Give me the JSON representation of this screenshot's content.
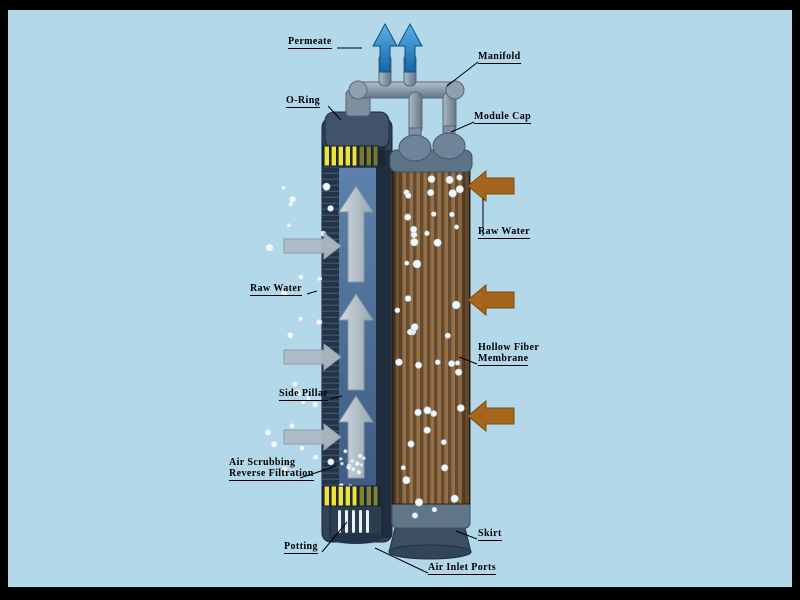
{
  "diagram": {
    "labels": {
      "permeate": "Permeate",
      "manifold": "Manifold",
      "o_ring": "O-Ring",
      "module_cap": "Module Cap",
      "raw_water_right": "Raw Water",
      "raw_water_left": "Raw Water",
      "hollow_fiber_line1": "Hollow Fiber",
      "hollow_fiber_line2": "Membrane",
      "side_pillar": "Side Pillar",
      "air_scrubbing_line1": "Air Scrubbing",
      "air_scrubbing_line2": "Reverse Filtration",
      "skirt": "Skirt",
      "potting": "Potting",
      "air_inlet_ports": "Air Inlet Ports"
    },
    "colors": {
      "background": "#b3d8ea",
      "frame": "#000000",
      "label_text": "#000000",
      "permeate_arrow": "#2b7fc2",
      "raw_water_arrow": "#a6651d",
      "internal_flow_arrow": "#b7c2c9",
      "membrane_fiber": "#8a6a48",
      "module_body": "#31425a",
      "o_ring_band": "#ebe43e",
      "pipe_gray": "#8fa0ae",
      "bubble": "#f0f7fb"
    }
  }
}
